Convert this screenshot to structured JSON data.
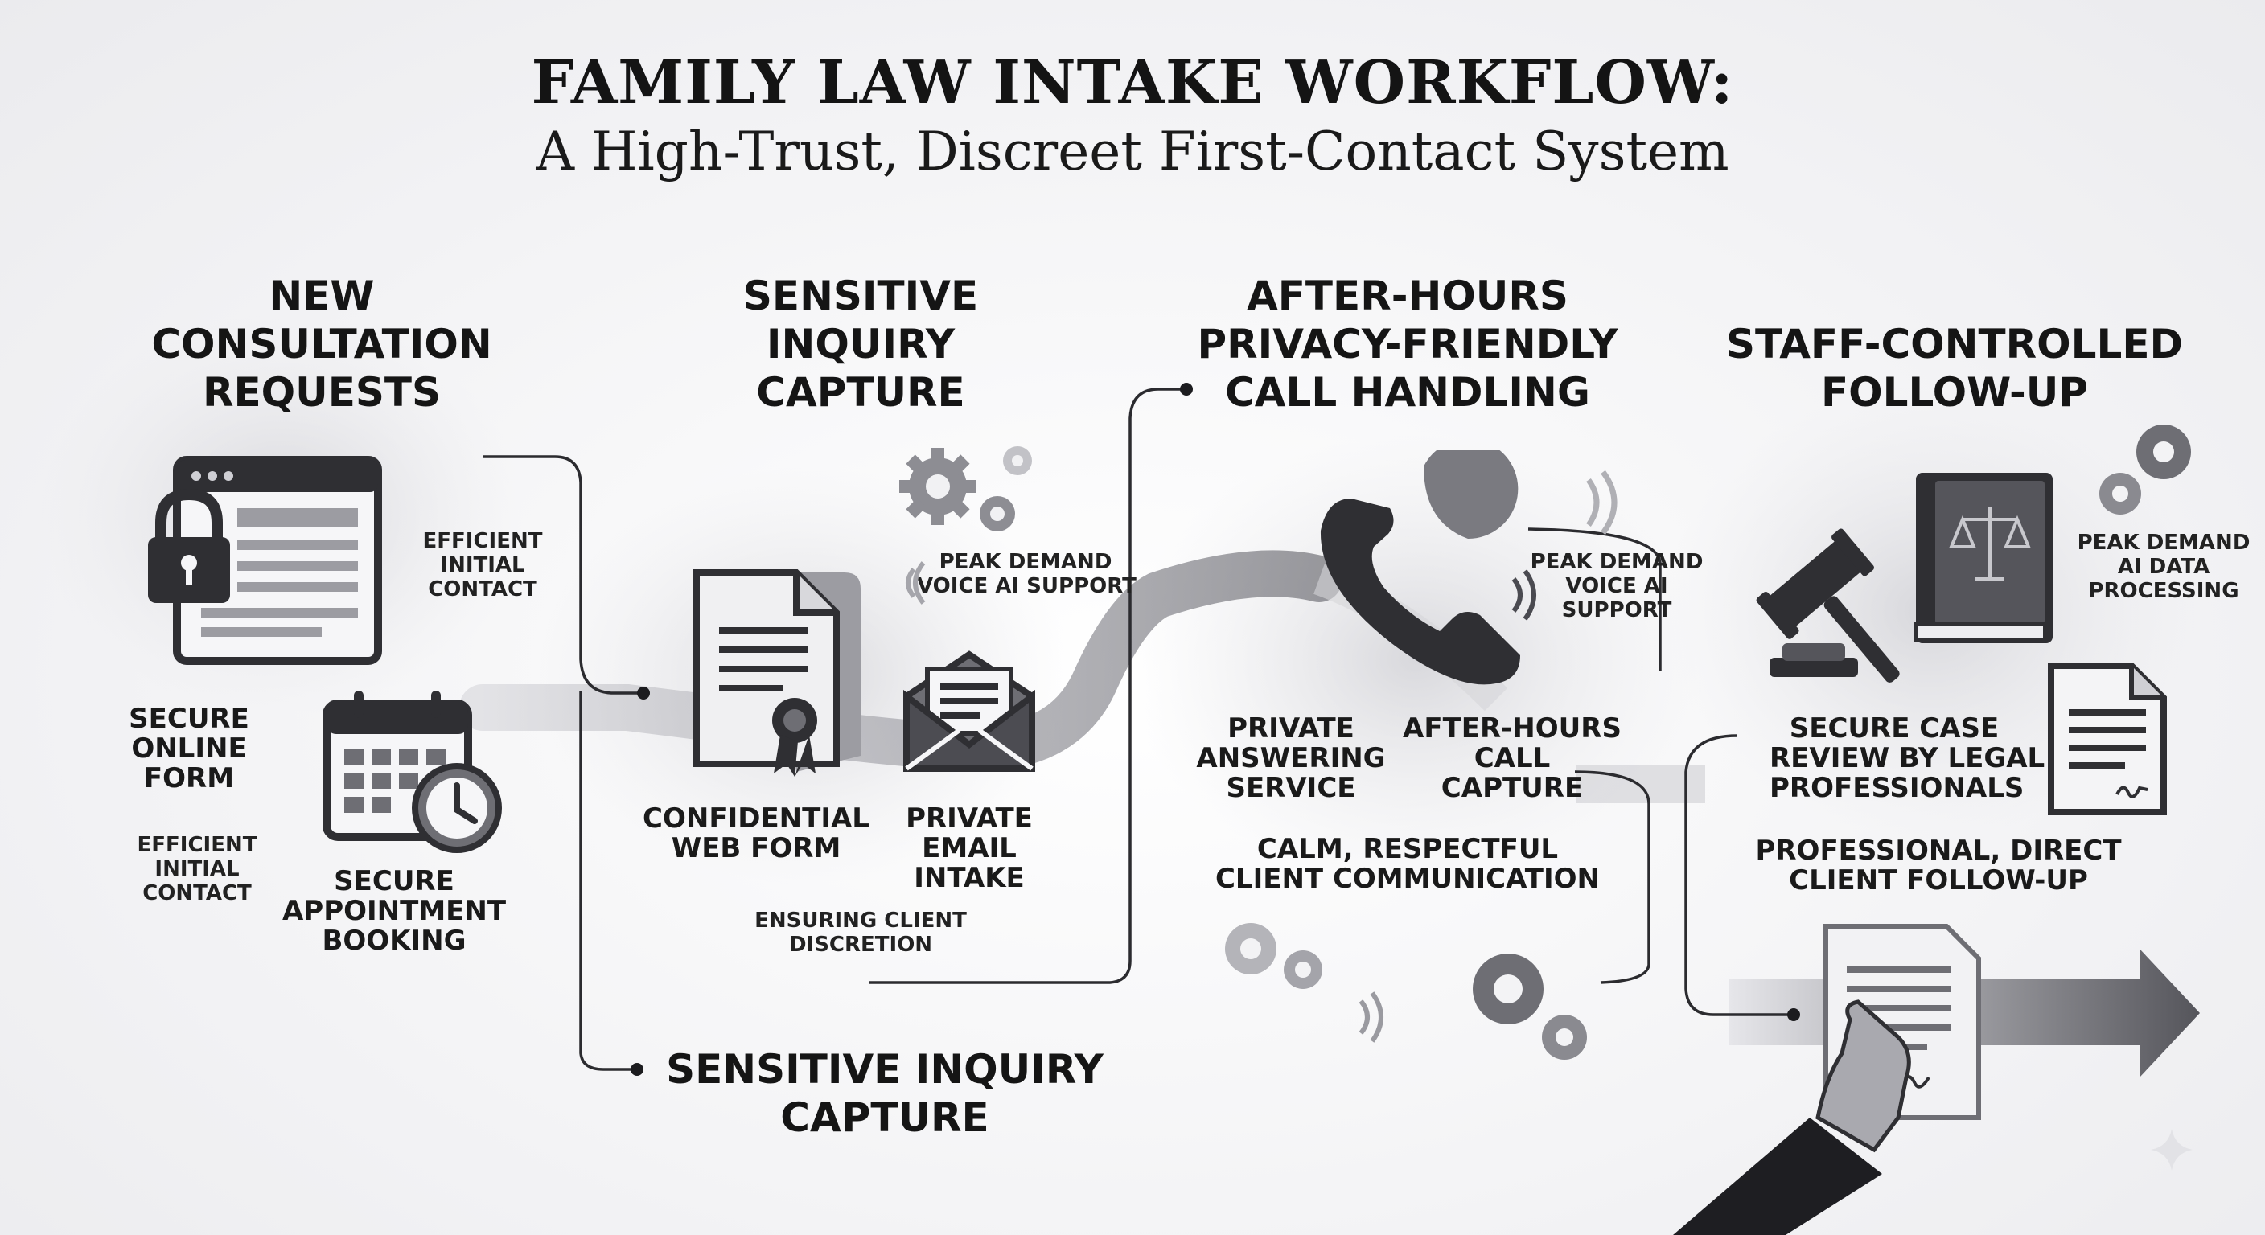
{
  "title": "FAMILY LAW INTAKE WORKFLOW:",
  "subtitle": "A High-Trust, Discreet First-Contact System",
  "stages": [
    {
      "heading_lines": [
        "NEW",
        "CONSULTATION",
        "REQUESTS"
      ]
    },
    {
      "heading_lines": [
        "SENSITIVE",
        "INQUIRY",
        "CAPTURE"
      ]
    },
    {
      "heading_lines": [
        "AFTER-HOURS",
        "PRIVACY-FRIENDLY",
        "CALL HANDLING"
      ]
    },
    {
      "heading_lines": [
        "STAFF-CONTROLLED",
        "FOLLOW-UP"
      ]
    }
  ],
  "branch_heading_lines": [
    "SENSITIVE INQUIRY",
    "CAPTURE"
  ],
  "labels": {
    "efficient_contact_top": [
      "EFFICIENT",
      "INITIAL",
      "CONTACT"
    ],
    "secure_online_form": [
      "SECURE",
      "ONLINE",
      "FORM"
    ],
    "efficient_contact_bottom": [
      "EFFICIENT",
      "INITIAL",
      "CONTACT"
    ],
    "secure_appointment_booking": [
      "SECURE",
      "APPOINTMENT",
      "BOOKING"
    ],
    "peak_demand_voice_1": [
      "PEAK DEMAND",
      "VOICE AI SUPPORT"
    ],
    "confidential_web_form": [
      "CONFIDENTIAL",
      "WEB FORM"
    ],
    "private_email_intake": [
      "PRIVATE",
      "EMAIL",
      "INTAKE"
    ],
    "ensuring_discretion": [
      "ENSURING CLIENT",
      "DISCRETION"
    ],
    "peak_demand_voice_2": [
      "PEAK DEMAND",
      "VOICE AI",
      "SUPPORT"
    ],
    "private_answering_service": [
      "PRIVATE",
      "ANSWERING",
      "SERVICE"
    ],
    "after_hours_call_capture": [
      "AFTER-HOURS",
      "CALL",
      "CAPTURE"
    ],
    "calm_respectful": [
      "CALM, RESPECTFUL",
      "CLIENT COMMUNICATION"
    ],
    "peak_demand_ai_data": [
      "PEAK DEMAND",
      "AI DATA",
      "PROCESSING"
    ],
    "secure_case_review": [
      "SECURE CASE",
      "REVIEW BY LEGAL",
      "PROFESSIONALS"
    ],
    "professional_follow_up": [
      "PROFESSIONAL, DIRECT",
      "CLIENT FOLLOW-UP"
    ]
  },
  "colors": {
    "ink": "#2f2f33",
    "mid": "#6e6e74",
    "light": "#b9b9be",
    "paper": "#ededf0",
    "text": "#151515"
  }
}
